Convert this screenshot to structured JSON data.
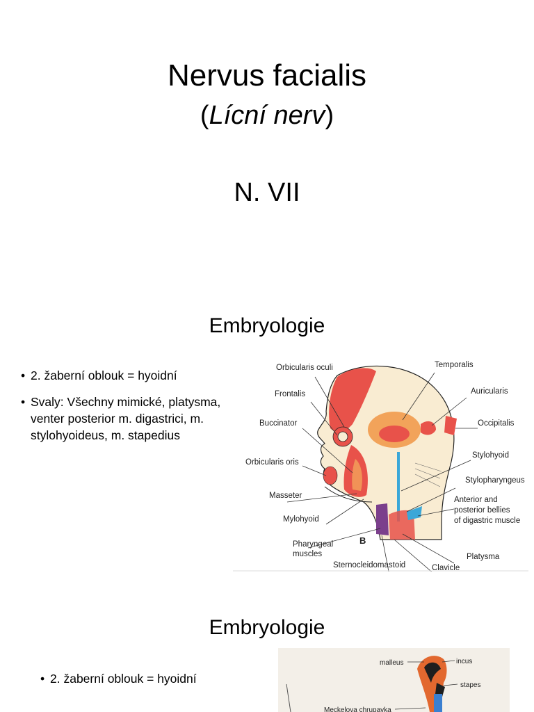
{
  "slide1": {
    "title": "Nervus facialis",
    "subtitle_open": "(",
    "subtitle_italic": "Lícní nerv",
    "subtitle_close": ")",
    "roman": "N. VII"
  },
  "slide2": {
    "heading": "Embryologie",
    "bullets": [
      "2. žaberní oblouk = hyoidní",
      "Svaly: Všechny mimické, platysma, venter posterior m. digastrici, m. stylohyoideus, m. stapedius"
    ],
    "figure": {
      "labels": {
        "orbicularis_oculi": "Orbicularis oculi",
        "temporalis": "Temporalis",
        "frontalis": "Frontalis",
        "auricularis": "Auricularis",
        "buccinator": "Buccinator",
        "occipitalis": "Occipitalis",
        "stylohyoid": "Stylohyoid",
        "orbicularis_oris": "Orbicularis oris",
        "stylopharyngeus": "Stylopharyngeus",
        "masseter": "Masseter",
        "anterior_1": "Anterior and",
        "anterior_2": "posterior bellies",
        "anterior_3": "of digastric muscle",
        "mylohyoid": "Mylohyoid",
        "pharyngeal_1": "Pharyngeal",
        "pharyngeal_2": "muscles",
        "panel_letter": "B",
        "platysma": "Platysma",
        "clavicle": "Clavicle",
        "sternocleidomastoid": "Sternocleidomastoid"
      },
      "colors": {
        "red": "#e8524a",
        "orange": "#f2a35a",
        "yellow": "#f7df9e",
        "skin": "#f9ecd2",
        "blue": "#3aa7d8",
        "purple": "#7b3f8c"
      }
    }
  },
  "slide3": {
    "heading": "Embryologie",
    "bullets": [
      "2. žaberní oblouk = hyoidní"
    ],
    "figure": {
      "labels": {
        "malleus": "malleus",
        "incus": "incus",
        "stapes": "stapes",
        "meckel": "Meckelova chrupavka"
      },
      "colors": {
        "background": "#f3efe8",
        "orange": "#e2682f",
        "black": "#1e1e1e",
        "blue": "#3a7fd0"
      }
    }
  }
}
